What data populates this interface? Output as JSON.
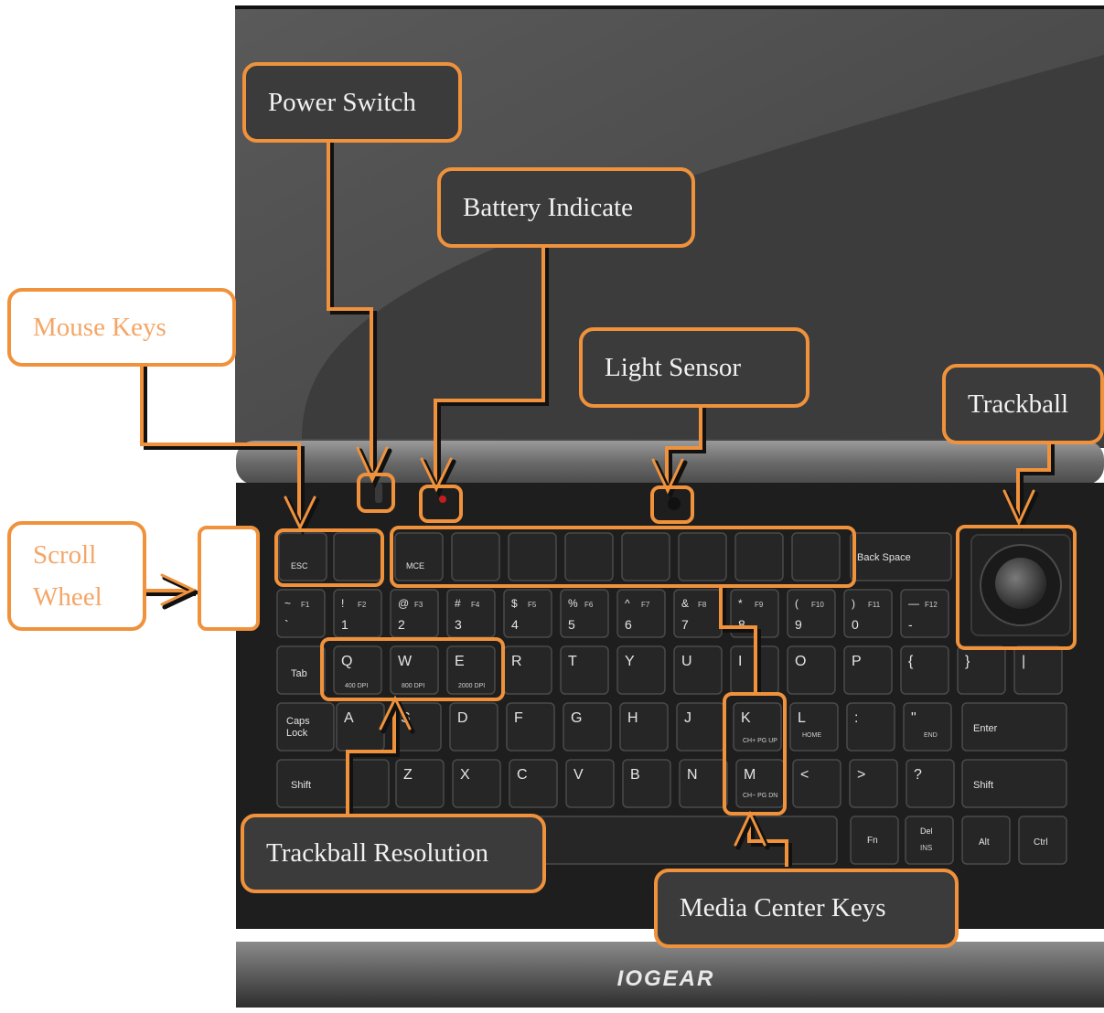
{
  "callouts": {
    "power_switch": "Power Switch",
    "battery_indicate": "Battery Indicate",
    "mouse_keys": "Mouse Keys",
    "light_sensor": "Light Sensor",
    "trackball": "Trackball",
    "scroll_wheel_line1": "Scroll",
    "scroll_wheel_line2": "Wheel",
    "trackball_resolution": "Trackball Resolution",
    "media_center_keys": "Media Center Keys"
  },
  "keys": {
    "esc": "ESC",
    "mce": "MCE",
    "back_space": "Back Space",
    "row_numbers": [
      {
        "top": "~",
        "fn": "F1",
        "bottom": "`"
      },
      {
        "top": "!",
        "fn": "F2",
        "bottom": "1"
      },
      {
        "top": "@",
        "fn": "F3",
        "bottom": "2"
      },
      {
        "top": "#",
        "fn": "F4",
        "bottom": "3"
      },
      {
        "top": "$",
        "fn": "F5",
        "bottom": "4"
      },
      {
        "top": "%",
        "fn": "F6",
        "bottom": "5"
      },
      {
        "top": "^",
        "fn": "F7",
        "bottom": "6"
      },
      {
        "top": "&",
        "fn": "F8",
        "bottom": "7"
      },
      {
        "top": "*",
        "fn": "F9",
        "bottom": "8"
      },
      {
        "top": "(",
        "fn": "F10",
        "bottom": "9"
      },
      {
        "top": ")",
        "fn": "F11",
        "bottom": "0"
      },
      {
        "top": "—",
        "fn": "F12",
        "bottom": "-"
      }
    ],
    "tab": "Tab",
    "row_qwerty": [
      "Q",
      "W",
      "E",
      "R",
      "T",
      "Y",
      "U",
      "I",
      "O",
      "P",
      "{",
      "}",
      "|"
    ],
    "dpi": [
      "400 DPI",
      "800 DPI",
      "2000 DPI"
    ],
    "caps_lock_1": "Caps",
    "caps_lock_2": "Lock",
    "row_asdf": [
      "A",
      "S",
      "D",
      "F",
      "G",
      "H",
      "J",
      "K",
      "L",
      ":",
      "\""
    ],
    "ch_up": "CH+ PG UP",
    "home": "HOME",
    "end": "END",
    "enter": "Enter",
    "shift": "Shift",
    "row_zxcv": [
      "Z",
      "X",
      "C",
      "V",
      "B",
      "N",
      "M",
      "<",
      ">",
      "?"
    ],
    "ch_down": "CH− PG DN",
    "ctrl": "Ctrl",
    "alt": "Alt",
    "fn": "Fn",
    "del": "Del",
    "ins": "INS"
  },
  "brand": "IOGEAR",
  "colors": {
    "callout_border": "#f0923c",
    "callout_dark_bg": "#3b3b3b",
    "callout_light_text": "#f4a668",
    "keyboard_body": "#1e1e1e",
    "key_face": "#262626"
  }
}
